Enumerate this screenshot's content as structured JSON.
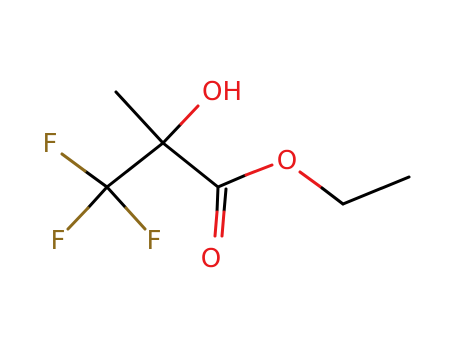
{
  "molecule": {
    "colors": {
      "carbon_bond": "#000000",
      "oxygen": "#e8191c",
      "fluorine": "#8c6a1b"
    },
    "labels": {
      "hydroxyl": "OH",
      "ester_oxygen": "O",
      "carbonyl_oxygen": "O",
      "fluorine_1": "F",
      "fluorine_2": "F",
      "fluorine_3": "F"
    }
  }
}
